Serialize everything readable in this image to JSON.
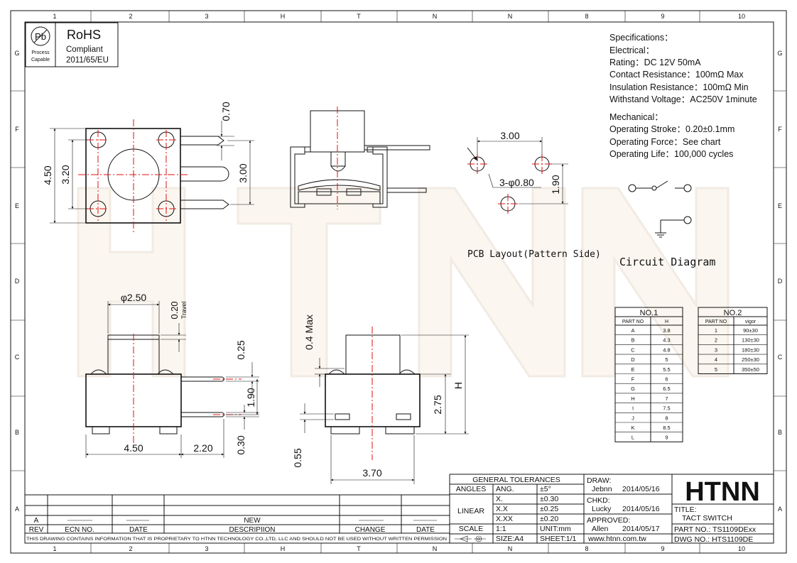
{
  "border": {
    "top_cols": [
      "1",
      "2",
      "3",
      "H",
      "T",
      "N",
      "N",
      "8",
      "9",
      "10"
    ],
    "bottom_cols": [
      "1",
      "2",
      "3",
      "H",
      "T",
      "N",
      "N",
      "8",
      "9",
      "10"
    ],
    "rows": [
      "G",
      "F",
      "E",
      "D",
      "C",
      "B",
      "A"
    ]
  },
  "rohs": {
    "pb_symbol": "Pb",
    "process": "Process",
    "capable": "Capable",
    "title": "RoHS",
    "compliant": "Compliant",
    "directive": "2011/65/EU"
  },
  "watermark": "HTNN",
  "specs": {
    "title": "Specifications：",
    "electrical": "Electrical：",
    "rating": "Rating：DC 12V 50mA",
    "contact": "Contact Resistance：100mΩ Max",
    "insulation": "Insulation Resistance：100mΩ Min",
    "withstand": "Withstand Voltage：AC250V 1minute",
    "mechanical": "Mechanical：",
    "stroke": "Operating Stroke：0.20±0.1mm",
    "force": "Operating Force：See chart",
    "life": "Operating Life：100,000 cycles"
  },
  "dims": {
    "top_070": "0.70",
    "top_450": "4.50",
    "top_320": "3.20",
    "top_300": "3.00",
    "pcb_300": "3.00",
    "pcb_holes": "3-φ0.80",
    "pcb_190": "1.90",
    "side_250": "φ2.50",
    "side_020": "0.20",
    "side_travel": "Travel",
    "side_025": "0.25",
    "side_190": "1.90",
    "side_030": "0.30",
    "side_450": "4.50",
    "side_220": "2.20",
    "front_04max": "0.4 Max",
    "front_275": "2.75",
    "front_h": "H",
    "front_055": "0.55",
    "front_370": "3.70"
  },
  "labels": {
    "pcb_layout": "PCB Layout(Pattern Side)",
    "circuit": "Circuit Diagram"
  },
  "table1": {
    "title": "NO.1",
    "col1": "PART NO",
    "col2": "H",
    "rows": [
      [
        "A",
        "3.8"
      ],
      [
        "B",
        "4.3"
      ],
      [
        "C",
        "4.8"
      ],
      [
        "D",
        "5"
      ],
      [
        "E",
        "5.5"
      ],
      [
        "F",
        "6"
      ],
      [
        "G",
        "6.5"
      ],
      [
        "H",
        "7"
      ],
      [
        "I",
        "7.5"
      ],
      [
        "J",
        "8"
      ],
      [
        "K",
        "8.5"
      ],
      [
        "L",
        "9"
      ]
    ]
  },
  "table2": {
    "title": "NO.2",
    "col1": "PART NO",
    "col2": "vigor",
    "rows": [
      [
        "1",
        "90±30"
      ],
      [
        "2",
        "130±30"
      ],
      [
        "3",
        "180±30"
      ],
      [
        "4",
        "250±30"
      ],
      [
        "5",
        "350±50"
      ]
    ]
  },
  "revision": {
    "row_a_rev": "A",
    "headers": [
      "REV",
      "ECN NO.",
      "DATE",
      "DESCRIPIION",
      "CHANGE",
      "DATE"
    ],
    "new": "NEW",
    "notice": "THIS DRAWING CONTAINS INFORMATION THAT IS PROPRIETARY TO HTNN TECHNOLOGY CO.,LTD, LLC AND SHOULD NOT BE USED WITHOUT WRITTEN PERMISSION"
  },
  "tolerances": {
    "title": "GENERAL TOLERANCES",
    "angles": "ANGLES",
    "ang": "ANG.",
    "ang_val": "±5°",
    "linear": "LINEAR",
    "x": "X.",
    "x_val": "±0.30",
    "xx": "X.X",
    "xx_val": "±0.25",
    "xxx": "X.XX",
    "xxx_val": "±0.20",
    "scale": "SCALE",
    "scale_val": "1:1",
    "unit": "UNIT:mm",
    "size": "SIZE:A4",
    "sheet": "SHEET:1/1"
  },
  "approvals": {
    "draw": "DRAW:",
    "draw_name": "Jebnn",
    "draw_date": "2014/05/16",
    "chkd": "CHKD:",
    "chkd_name": "Lucky",
    "chkd_date": "2014/05/16",
    "approved": "APPROVED:",
    "approved_name": "Allen",
    "approved_date": "2014/05/17",
    "website": "www.htnn.com.tw"
  },
  "titleblock": {
    "logo": "HTNN",
    "title_label": "TITLE:",
    "title": "TACT SWITCH",
    "part_no": "PART NO.: TS1109DExx",
    "dwg_no": "DWG NO.: HTS1109DE"
  }
}
